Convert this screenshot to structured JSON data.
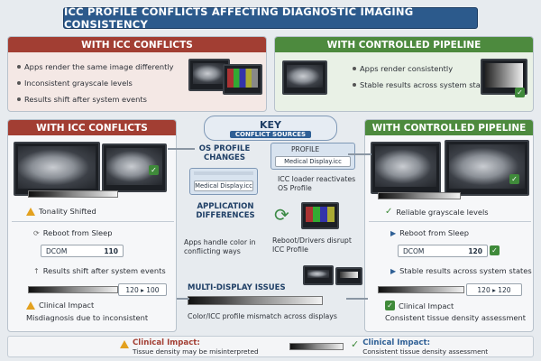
{
  "title": "ICC PROFILE CONFLICTS AFFECTING DIAGNOSTIC IMAGING CONSISTENCY",
  "top_left": {
    "header": "WITH ICC CONFLICTS",
    "bullets": [
      "Apps render the same image differently",
      "Inconsistent grayscale levels",
      "Results shift after system events"
    ]
  },
  "top_right": {
    "header": "WITH CONTROLLED PIPELINE",
    "bullets": [
      "Apps render consistently",
      "Stable results across system states"
    ]
  },
  "key": {
    "title": "KEY",
    "subtitle": "CONFLICT SOURCES",
    "os_profile_changes": "OS PROFILE CHANGES",
    "profile_label": "PROFILE",
    "medical_display": "Medical Display.icc",
    "medical_display_tab": "Medical Display.icc",
    "icc_loader": "ICC loader reactivates OS Profile",
    "application_differences": "APPLICATION DIFFERENCES",
    "apps_handle_color": "Apps handle color in conflicting ways",
    "reboot_drivers": "Reboot/Drivers disrupt ICC Profile",
    "multi_display": "MULTI-DISPLAY ISSUES",
    "color_icc_mismatch": "Color/ICC profile mismatch across displays"
  },
  "left": {
    "header": "WITH ICC CONFLICTS",
    "tonality": "Tonality Shifted",
    "reboot": "Reboot from Sleep",
    "dicom_label": "DCOM",
    "dicom_value": "110",
    "results_shift": "Results shift after system events",
    "readout": "120 ▸ 100",
    "clinical_impact": "Clinical Impact",
    "misdiagnosis": "Misdiagnosis due to inconsistent"
  },
  "right": {
    "header": "WITH CONTROLLED PIPELINE",
    "reliable": "Reliable grayscale levels",
    "reboot": "Reboot from Sleep",
    "dicom_label": "DCOM",
    "dicom_value": "120",
    "stable": "Stable results across system states",
    "readout": "120 ▸ 120",
    "clinical_impact": "Clinical Impact",
    "consistent": "Consistent tissue density assessment"
  },
  "bottom": {
    "left_title": "Clinical Impact:",
    "left_text": "Tissue density may be misinterpreted",
    "right_title": "Clinical Impact:",
    "right_text": "Consistent tissue density assessment"
  },
  "colors": {
    "conflict": "#a23e33",
    "controlled": "#4d8a3e",
    "key": "#2e5f95"
  }
}
